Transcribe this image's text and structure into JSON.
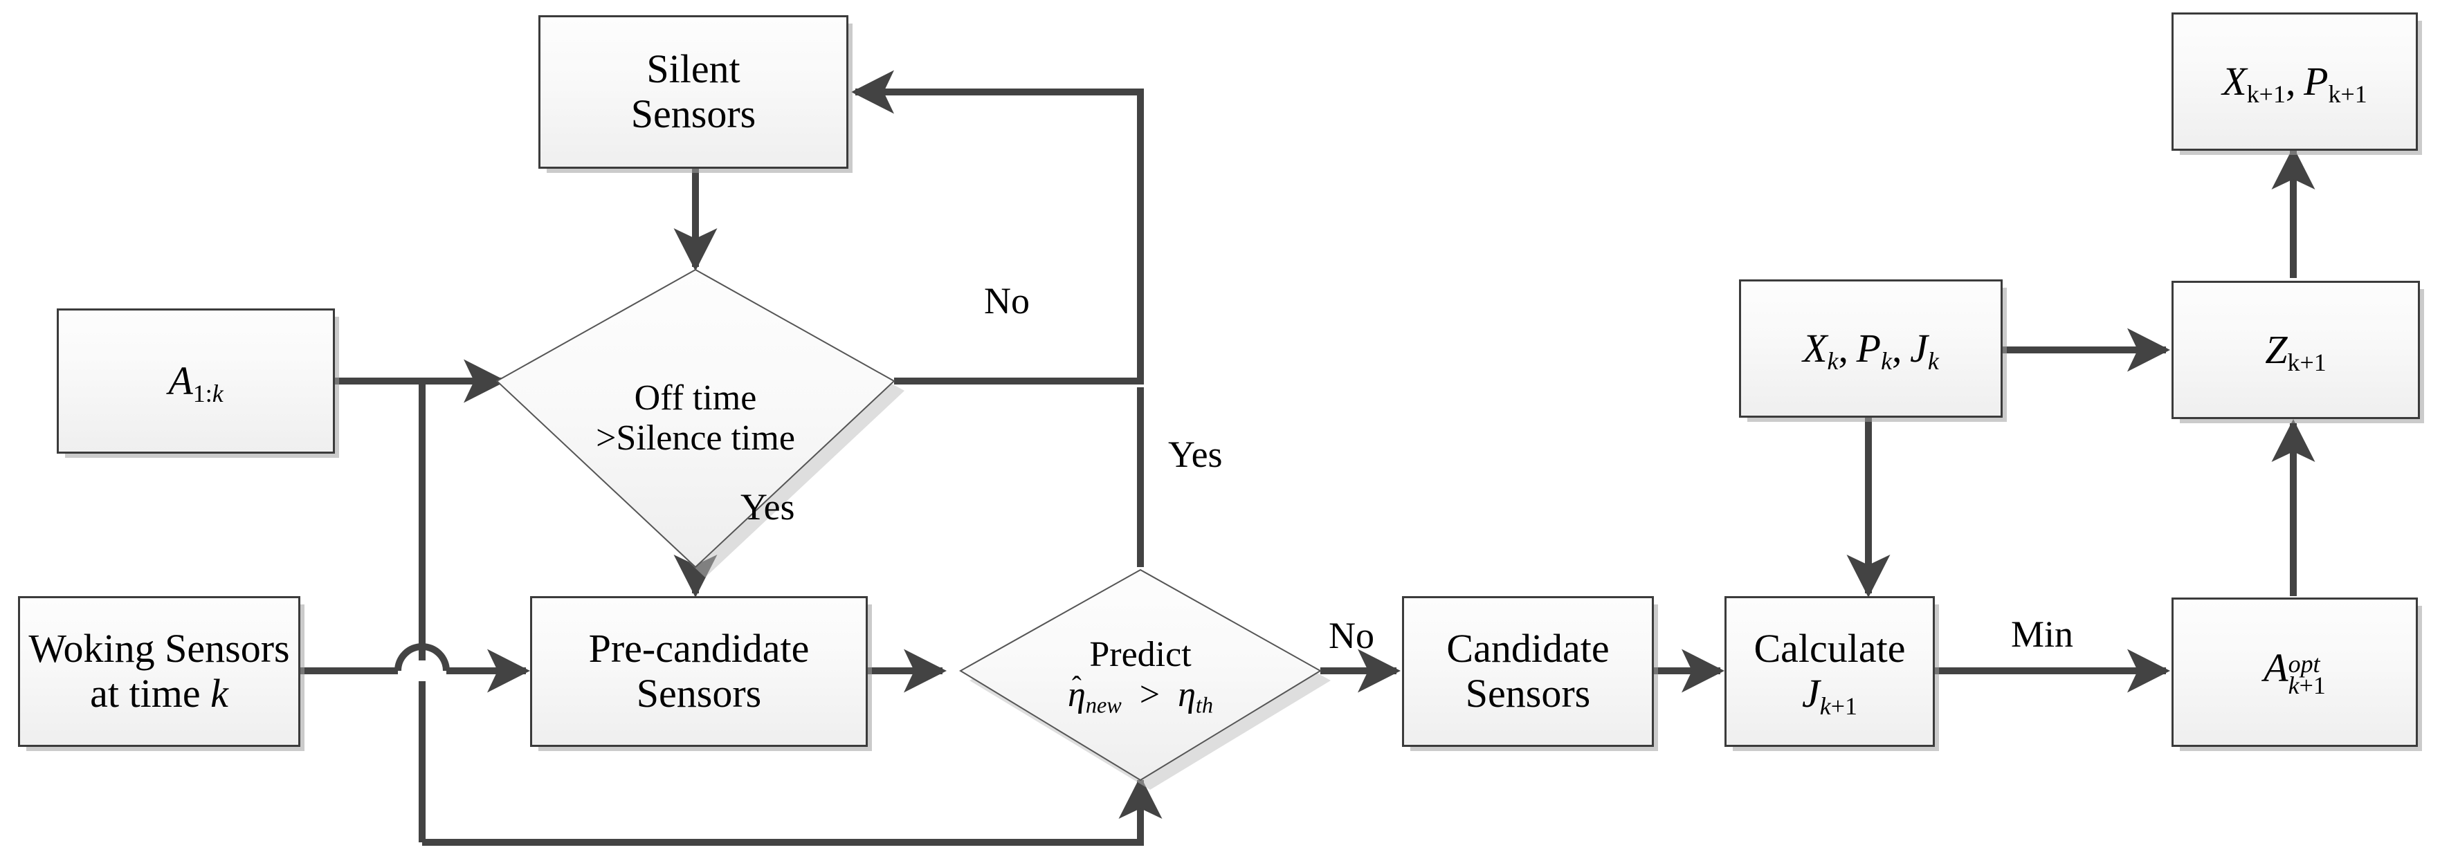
{
  "diagram": {
    "title": "Sensor scheduling flowchart",
    "colors": {
      "node_border": "#3b3b3b",
      "node_fill_top": "#fdfdfd",
      "node_fill_bottom": "#efefef",
      "wire": "#434343",
      "shadow": "#a0a0a0",
      "text": "#000000"
    }
  },
  "nodes": {
    "silent_sensors": {
      "label_line1": "Silent",
      "label_line2": "Sensors",
      "shape": "rect"
    },
    "a_1k": {
      "label": "A",
      "sub": "1:k",
      "shape": "rect"
    },
    "off_time": {
      "label_line1": "Off time",
      "label_line2": ">Silence time",
      "shape": "diamond"
    },
    "woking_sensors": {
      "label_line1": "Woking Sensors",
      "label_line2": "at time k",
      "shape": "rect"
    },
    "pre_candidate": {
      "label_line1": "Pre-candidate",
      "label_line2": "Sensors",
      "shape": "rect"
    },
    "predict": {
      "label_line1": "Predict",
      "label_line2": "η̂ new > η th",
      "shape": "diamond"
    },
    "candidate": {
      "label_line1": "Candidate",
      "label_line2": "Sensors",
      "shape": "rect"
    },
    "calculate_j": {
      "label_line1": "Calculate",
      "label_line2": "J k+1",
      "shape": "rect"
    },
    "a_opt": {
      "label": "A",
      "sup": "opt",
      "sub": "k+1",
      "shape": "rect"
    },
    "x_p_j_k": {
      "label": "X k , P k , J k",
      "shape": "rect"
    },
    "z_k1": {
      "label": "Z",
      "sub": "k+1",
      "shape": "rect"
    },
    "x_p_k1": {
      "label": "X k+1 , P k+1",
      "shape": "rect"
    }
  },
  "edge_labels": {
    "off_time_no": "No",
    "off_time_yes": "Yes",
    "predict_yes": "Yes",
    "predict_no": "No",
    "calculate_min": "Min"
  },
  "chart_data": {
    "type": "diagram",
    "nodes": [
      {
        "id": "silent_sensors",
        "text": "Silent Sensors",
        "kind": "process"
      },
      {
        "id": "a_1k",
        "text": "A_{1:k}",
        "kind": "data"
      },
      {
        "id": "off_time",
        "text": "Off time >Silence time",
        "kind": "decision"
      },
      {
        "id": "woking_sensors",
        "text": "Woking Sensors at time k",
        "kind": "data"
      },
      {
        "id": "pre_candidate",
        "text": "Pre-candidate Sensors",
        "kind": "process"
      },
      {
        "id": "predict",
        "text": "Predict eta_hat_new > eta_th",
        "kind": "decision"
      },
      {
        "id": "candidate",
        "text": "Candidate Sensors",
        "kind": "process"
      },
      {
        "id": "calculate_j",
        "text": "Calculate J_{k+1}",
        "kind": "process"
      },
      {
        "id": "a_opt",
        "text": "A^{opt}_{k+1}",
        "kind": "data"
      },
      {
        "id": "x_p_j_k",
        "text": "X_k, P_k, J_k",
        "kind": "data"
      },
      {
        "id": "z_k1",
        "text": "Z_{k+1}",
        "kind": "data"
      },
      {
        "id": "x_p_k1",
        "text": "X_{k+1}, P_{k+1}",
        "kind": "data"
      }
    ],
    "edges": [
      {
        "from": "silent_sensors",
        "to": "off_time",
        "label": ""
      },
      {
        "from": "a_1k",
        "to": "off_time",
        "label": ""
      },
      {
        "from": "off_time",
        "to": "silent_sensors",
        "label": "No"
      },
      {
        "from": "off_time",
        "to": "pre_candidate",
        "label": "Yes"
      },
      {
        "from": "woking_sensors",
        "to": "pre_candidate",
        "label": ""
      },
      {
        "from": "pre_candidate",
        "to": "predict",
        "label": ""
      },
      {
        "from": "predict",
        "to": "silent_sensors",
        "label": "Yes"
      },
      {
        "from": "predict",
        "to": "candidate",
        "label": "No"
      },
      {
        "from": "a_1k",
        "to": "predict",
        "label": ""
      },
      {
        "from": "candidate",
        "to": "calculate_j",
        "label": ""
      },
      {
        "from": "calculate_j",
        "to": "a_opt",
        "label": "Min"
      },
      {
        "from": "x_p_j_k",
        "to": "z_k1",
        "label": ""
      },
      {
        "from": "x_p_j_k",
        "to": "calculate_j",
        "label": ""
      },
      {
        "from": "a_opt",
        "to": "z_k1",
        "label": ""
      },
      {
        "from": "z_k1",
        "to": "x_p_k1",
        "label": ""
      }
    ]
  }
}
